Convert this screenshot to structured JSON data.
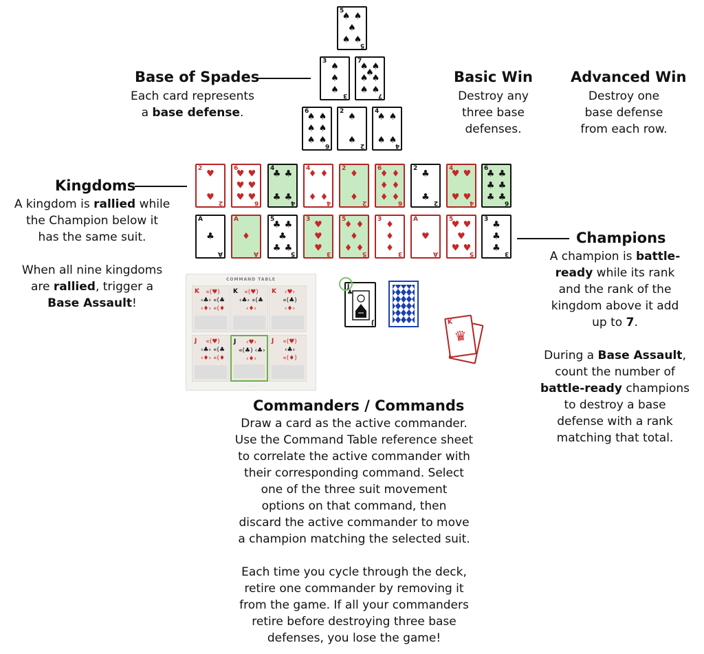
{
  "labels": {
    "base_title": "Base of Spades",
    "base_desc_1": "Each card represents",
    "base_desc_2a": "a ",
    "base_desc_2b": "base defense",
    "base_desc_2c": ".",
    "basic_title": "Basic Win",
    "basic_desc": [
      "Destroy any",
      "three base",
      "defenses."
    ],
    "adv_title": "Advanced Win",
    "adv_desc": [
      "Destroy one",
      "base defense",
      "from each row."
    ],
    "kingdoms_title": "Kingdoms",
    "kingdoms_desc": {
      "l1a": "A kingdom is ",
      "l1b": "rallied",
      "l1c": " while",
      "l2": "the Champion below it",
      "l3": "has the same suit.",
      "l4": "When all nine kingdoms",
      "l5a": "are ",
      "l5b": "rallied",
      "l5c": ", trigger a",
      "l6a": "Base Assault",
      "l6b": "!"
    },
    "champions_title": "Champions",
    "champions_desc": {
      "l1a": "A champion is ",
      "l1b": "battle-",
      "l2a": "ready",
      "l2b": " while its rank",
      "l3": "and the rank of the",
      "l4": "kingdom above it add",
      "l5a": "up to ",
      "l5b": "7",
      "l5c": ".",
      "l6a": "During a ",
      "l6b": "Base Assault",
      "l6c": ",",
      "l7": "count the number of",
      "l8a": "battle-ready",
      "l8b": " champions",
      "l9": "to destroy a base",
      "l10": "defense with a rank",
      "l11": "matching that total."
    },
    "commanders_title": "Commanders / Commands",
    "commanders_desc": [
      "Draw a card as the active commander.",
      "Use the Command Table reference sheet",
      "to correlate the active commander with",
      "their corresponding command. Select",
      "one of the three suit movement",
      "options on that command, then",
      "discard the active commander to move",
      "a champion matching the selected suit.",
      "",
      "Each time you cycle through the deck,",
      "retire one commander by removing it",
      "from the game. If all your commanders",
      "retire before destroying three base",
      "defenses, you lose the game!"
    ]
  },
  "command_table": {
    "title": "COMMAND TABLE",
    "cells": [
      {
        "rank": "K",
        "suit": "♥",
        "color": "#c62828",
        "rows": [
          "«(♥)",
          "‹♣› «(♣",
          "‹♦› «(♦"
        ]
      },
      {
        "rank": "K",
        "suit": "♣",
        "color": "#111111",
        "rows": [
          "«(♥)",
          "‹♣› «(♣",
          "‹♦›"
        ]
      },
      {
        "rank": "K",
        "suit": "♦",
        "color": "#c62828",
        "rows": [
          "‹♥›",
          "«(♣)",
          "‹♦›"
        ]
      },
      {
        "rank": "J",
        "suit": "♥",
        "color": "#c62828",
        "rows": [
          "«(♥)",
          "‹♣› «(♣",
          "‹♦› «(♦"
        ]
      },
      {
        "rank": "J",
        "suit": "♣",
        "color": "#111111",
        "rows": [
          "‹♥›",
          "«(♣) ‹♣›",
          "‹♦›"
        ]
      },
      {
        "rank": "J",
        "suit": "♦",
        "color": "#c62828",
        "rows": [
          "«(♥)",
          "‹♣›",
          "«(♦)"
        ]
      }
    ]
  },
  "cards": {
    "base_row1": [
      {
        "rank": "5",
        "suit": "♠"
      }
    ],
    "base_row2": [
      {
        "rank": "3",
        "suit": "♠"
      },
      {
        "rank": "7",
        "suit": "♠"
      }
    ],
    "base_row3": [
      {
        "rank": "6",
        "suit": "♠"
      },
      {
        "rank": "2",
        "suit": "♠"
      },
      {
        "rank": "4",
        "suit": "♠"
      }
    ],
    "kingdoms": [
      {
        "rank": "2",
        "suit": "♥",
        "green": false
      },
      {
        "rank": "6",
        "suit": "♥",
        "green": false
      },
      {
        "rank": "4",
        "suit": "♣",
        "green": true
      },
      {
        "rank": "4",
        "suit": "♦",
        "green": false
      },
      {
        "rank": "2",
        "suit": "♦",
        "green": true
      },
      {
        "rank": "6",
        "suit": "♦",
        "green": true
      },
      {
        "rank": "2",
        "suit": "♣",
        "green": false
      },
      {
        "rank": "4",
        "suit": "♥",
        "green": true
      },
      {
        "rank": "6",
        "suit": "♣",
        "green": true
      }
    ],
    "champions": [
      {
        "rank": "A",
        "suit": "♣",
        "green": false
      },
      {
        "rank": "A",
        "suit": "♦",
        "green": true
      },
      {
        "rank": "5",
        "suit": "♣",
        "green": false
      },
      {
        "rank": "3",
        "suit": "♥",
        "green": true
      },
      {
        "rank": "5",
        "suit": "♦",
        "green": true
      },
      {
        "rank": "3",
        "suit": "♦",
        "green": false
      },
      {
        "rank": "A",
        "suit": "♥",
        "green": false
      },
      {
        "rank": "5",
        "suit": "♥",
        "green": false
      },
      {
        "rank": "3",
        "suit": "♣",
        "green": false
      }
    ],
    "active_commander": {
      "rank": "J",
      "suit": "♣"
    },
    "discard": [
      {
        "rank": "K",
        "suit": "♥"
      },
      {
        "rank": "K",
        "suit": "♥"
      }
    ]
  },
  "colors": {
    "red": "#c62828",
    "black": "#111111",
    "green_fill": "#c8eac3",
    "deck_blue": "#1a3fb0"
  }
}
